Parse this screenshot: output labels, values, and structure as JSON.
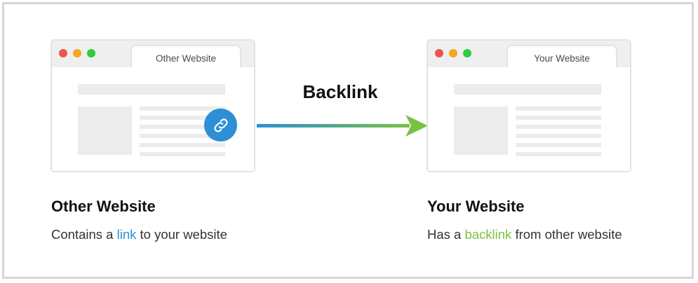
{
  "diagram": {
    "arrow_label": "Backlink",
    "arrow_gradient": [
      "#2d8fd5",
      "#7ac143"
    ]
  },
  "left_site": {
    "tab_label": "Other Website",
    "title": "Other Website",
    "desc_before": "Contains a ",
    "desc_highlight": "link",
    "desc_after": " to your website",
    "highlight_color": "#2d8fd5",
    "badge_icon": "link-icon"
  },
  "right_site": {
    "tab_label": "Your Website",
    "title": "Your Website",
    "desc_before": "Has a ",
    "desc_highlight": "backlink",
    "desc_after": " from other website",
    "highlight_color": "#7ac143"
  },
  "window_controls": {
    "colors": [
      "#ef5350",
      "#f5a623",
      "#2ecc40"
    ]
  }
}
